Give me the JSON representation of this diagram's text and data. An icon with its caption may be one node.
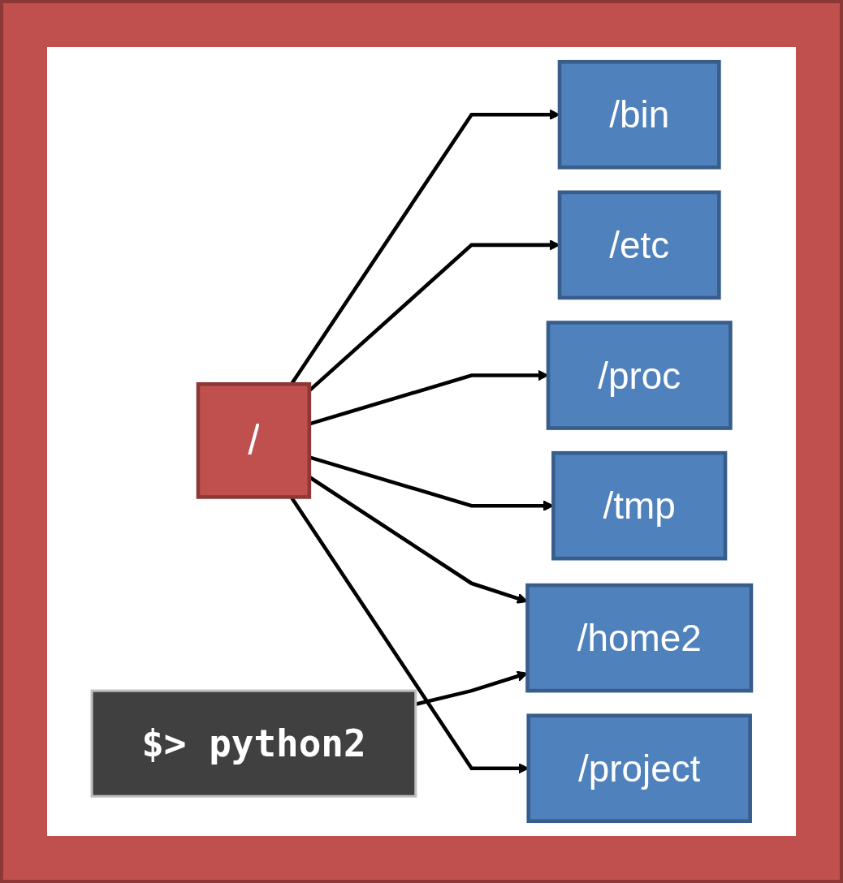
{
  "diagram": {
    "nodes": [
      {
        "text": [
          "/"
        ]
      },
      {
        "text": [
          "/bin"
        ]
      },
      {
        "text": [
          "/etc"
        ]
      },
      {
        "text": [
          "/proc"
        ]
      },
      {
        "text": [
          "/tmp"
        ]
      },
      {
        "text": [
          "/home2"
        ]
      },
      {
        "text": [
          "/project"
        ]
      },
      {
        "text": [
          "$> python2"
        ]
      }
    ],
    "edges": [
      {
        "from": 0,
        "to": 1,
        "arrow": "to"
      },
      {
        "from": 0,
        "to": 2,
        "arrow": "to"
      },
      {
        "from": 0,
        "to": 3,
        "arrow": "to"
      },
      {
        "from": 0,
        "to": 4,
        "arrow": "to"
      },
      {
        "from": 0,
        "to": 5,
        "arrow": "to"
      },
      {
        "from": 0,
        "to": 6,
        "arrow": "to"
      },
      {
        "from": 7,
        "to": 5,
        "arrow": "to"
      }
    ]
  }
}
